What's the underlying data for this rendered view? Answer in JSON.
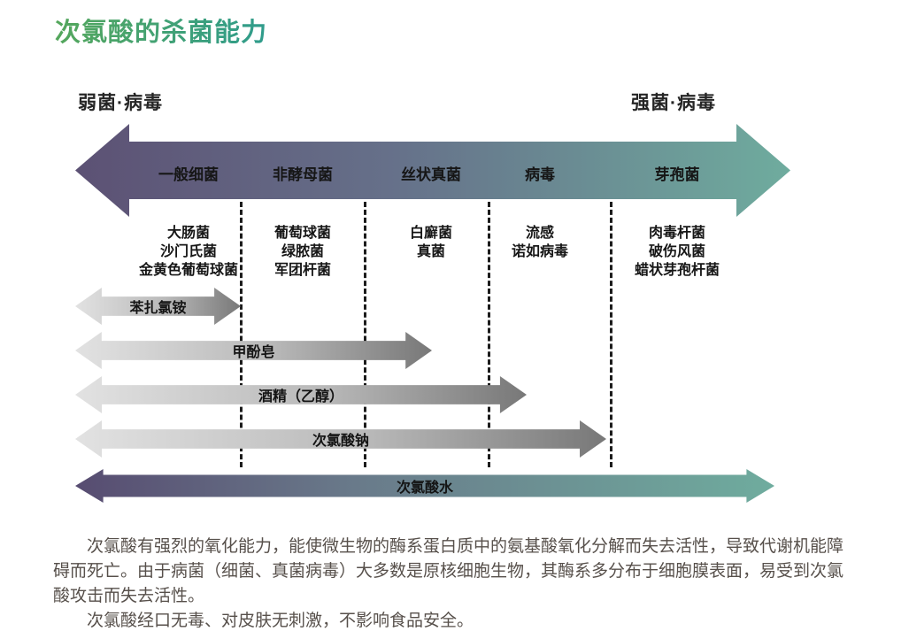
{
  "title": "次氯酸的杀菌能力",
  "scale": {
    "left_label": "弱菌·病毒",
    "right_label": "强菌·病毒"
  },
  "categories": [
    {
      "label": "一般细菌",
      "examples": [
        "大肠菌",
        "沙门氏菌",
        "金黄色葡萄球菌"
      ]
    },
    {
      "label": "非酵母菌",
      "examples": [
        "葡萄球菌",
        "绿脓菌",
        "军团杆菌"
      ]
    },
    {
      "label": "丝状真菌",
      "examples": [
        "白廯菌",
        "真菌"
      ]
    },
    {
      "label": "病毒",
      "examples": [
        "流感",
        "诺如病毒"
      ]
    },
    {
      "label": "芽孢菌",
      "examples": [
        "肉毒杆菌",
        "破伤风菌",
        "蜡状芽孢杆菌"
      ]
    }
  ],
  "disinfectants": [
    {
      "label": "苯扎氯铵",
      "reach": "一般细菌"
    },
    {
      "label": "甲酚皂",
      "reach": "丝状真菌"
    },
    {
      "label": "酒精（乙醇）",
      "reach": "病毒(部分)"
    },
    {
      "label": "次氯酸钠",
      "reach": "病毒"
    },
    {
      "label": "次氯酸水",
      "reach": "芽孢菌(全部)"
    }
  ],
  "paragraphs": [
    "次氯酸有强烈的氧化能力，能使微生物的酶系蛋白质中的氨基酸氧化分解而失去活性，导致代谢机能障碍而死亡。由于病菌（细菌、真菌病毒）大多数是原核细胞生物，其酶系多分布于细胞膜表面，易受到次氯酸攻击而失去活性。",
    "次氯酸经口无毒、对皮肤无刺激，不影响食品安全。"
  ],
  "colors": {
    "title_gradient_start": "#55a75c",
    "title_gradient_end": "#2f9c8c",
    "spectrum_arrow_start": "#5c5174",
    "spectrum_arrow_end": "#6fac9e",
    "gray_arrow_start": "#e2e2e2",
    "gray_arrow_end": "#787878",
    "hypochlorous_arrow_start": "#574c71",
    "hypochlorous_arrow_end": "#6fac9e",
    "label_text": "#161616",
    "paragraph_text": "#57504b"
  }
}
